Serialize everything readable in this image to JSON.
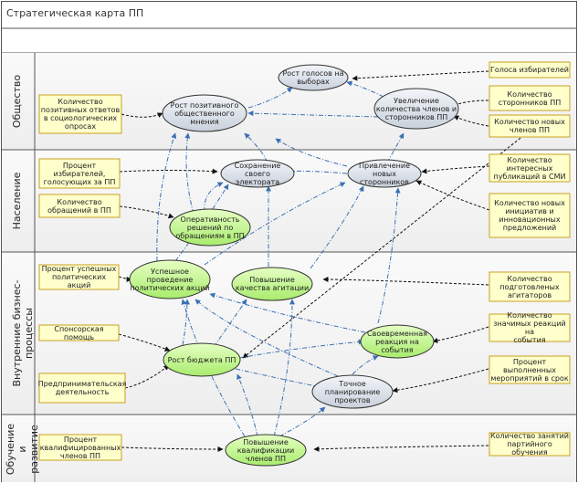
{
  "title": "Стратегическая карта ПП",
  "lanes": [
    {
      "label": "Общество"
    },
    {
      "label": "Население"
    },
    {
      "label": "Внутренние бизнес-процессы"
    },
    {
      "label": "Обучение\nи развитие"
    }
  ],
  "ellipses": {
    "growth_votes": "Рост голосов на\nвыборах",
    "positive_opinion": "Рост позитивного\nобщественного мнения",
    "increase_members": "Увеличение\nколичества членов и\nсторонников ПП",
    "keep_electorate": "Сохранение своего\nэлектората",
    "attract_supporters": "Привлечение\nновых сторонников",
    "response_speed": "Оперативность\nрешений по\nобращениям в ПП",
    "successful_actions": "Успешное проведение\nполитических акций",
    "agitation_quality": "Повышение\nкачества агитации",
    "timely_reaction": "Своевременная\nреакция на события",
    "budget_growth": "Рост бюджета ПП",
    "planning": "Точное\nпланирование\nпроектов",
    "qualification": "Повышение\nквалификации\nчленов ПП"
  },
  "metrics": {
    "voters": "Голоса избирателей",
    "supporters_count": "Количество\nсторонников ПП",
    "new_members": "Количество новых\nчленов ПП",
    "poll_positive": "Количество\nпозитивных ответов\nв социологических\nопросах",
    "voters_percent": "Процент\nизбирателей,\nголосующих за ПП",
    "appeals": "Количество\nобращений в ПП",
    "media_pubs": "Количество\nинтересных\nпубликаций в СМИ",
    "initiatives": "Количество новых\nинициатив и\nинновационных\nпредложений",
    "successful_actions_pct": "Процент успешных\nполитических акций",
    "sponsor_help": "Спонсорская помощь",
    "business_activity": "Предпринимательская\nдеятельность",
    "trained_agitators": "Количество\nподготовленых\nагитаторов",
    "significant_reactions": "Количество\nзначимых реакций на\nсобытия",
    "events_in_time": "Процент\nвыполненных\nмероприятий в срок",
    "qualified_pct": "Процент\nквалифицированных\nчленов ПП",
    "training_sessions": "Количество занятий\nпартийного обучения"
  },
  "colors": {
    "ellipse_grey": "#dde3ec",
    "ellipse_green": "#ccff99",
    "metric_fill": "#ffffcc",
    "metric_border": "#c8a020",
    "arrow_blue": "#3a6fb3",
    "arrow_black": "#111111"
  }
}
